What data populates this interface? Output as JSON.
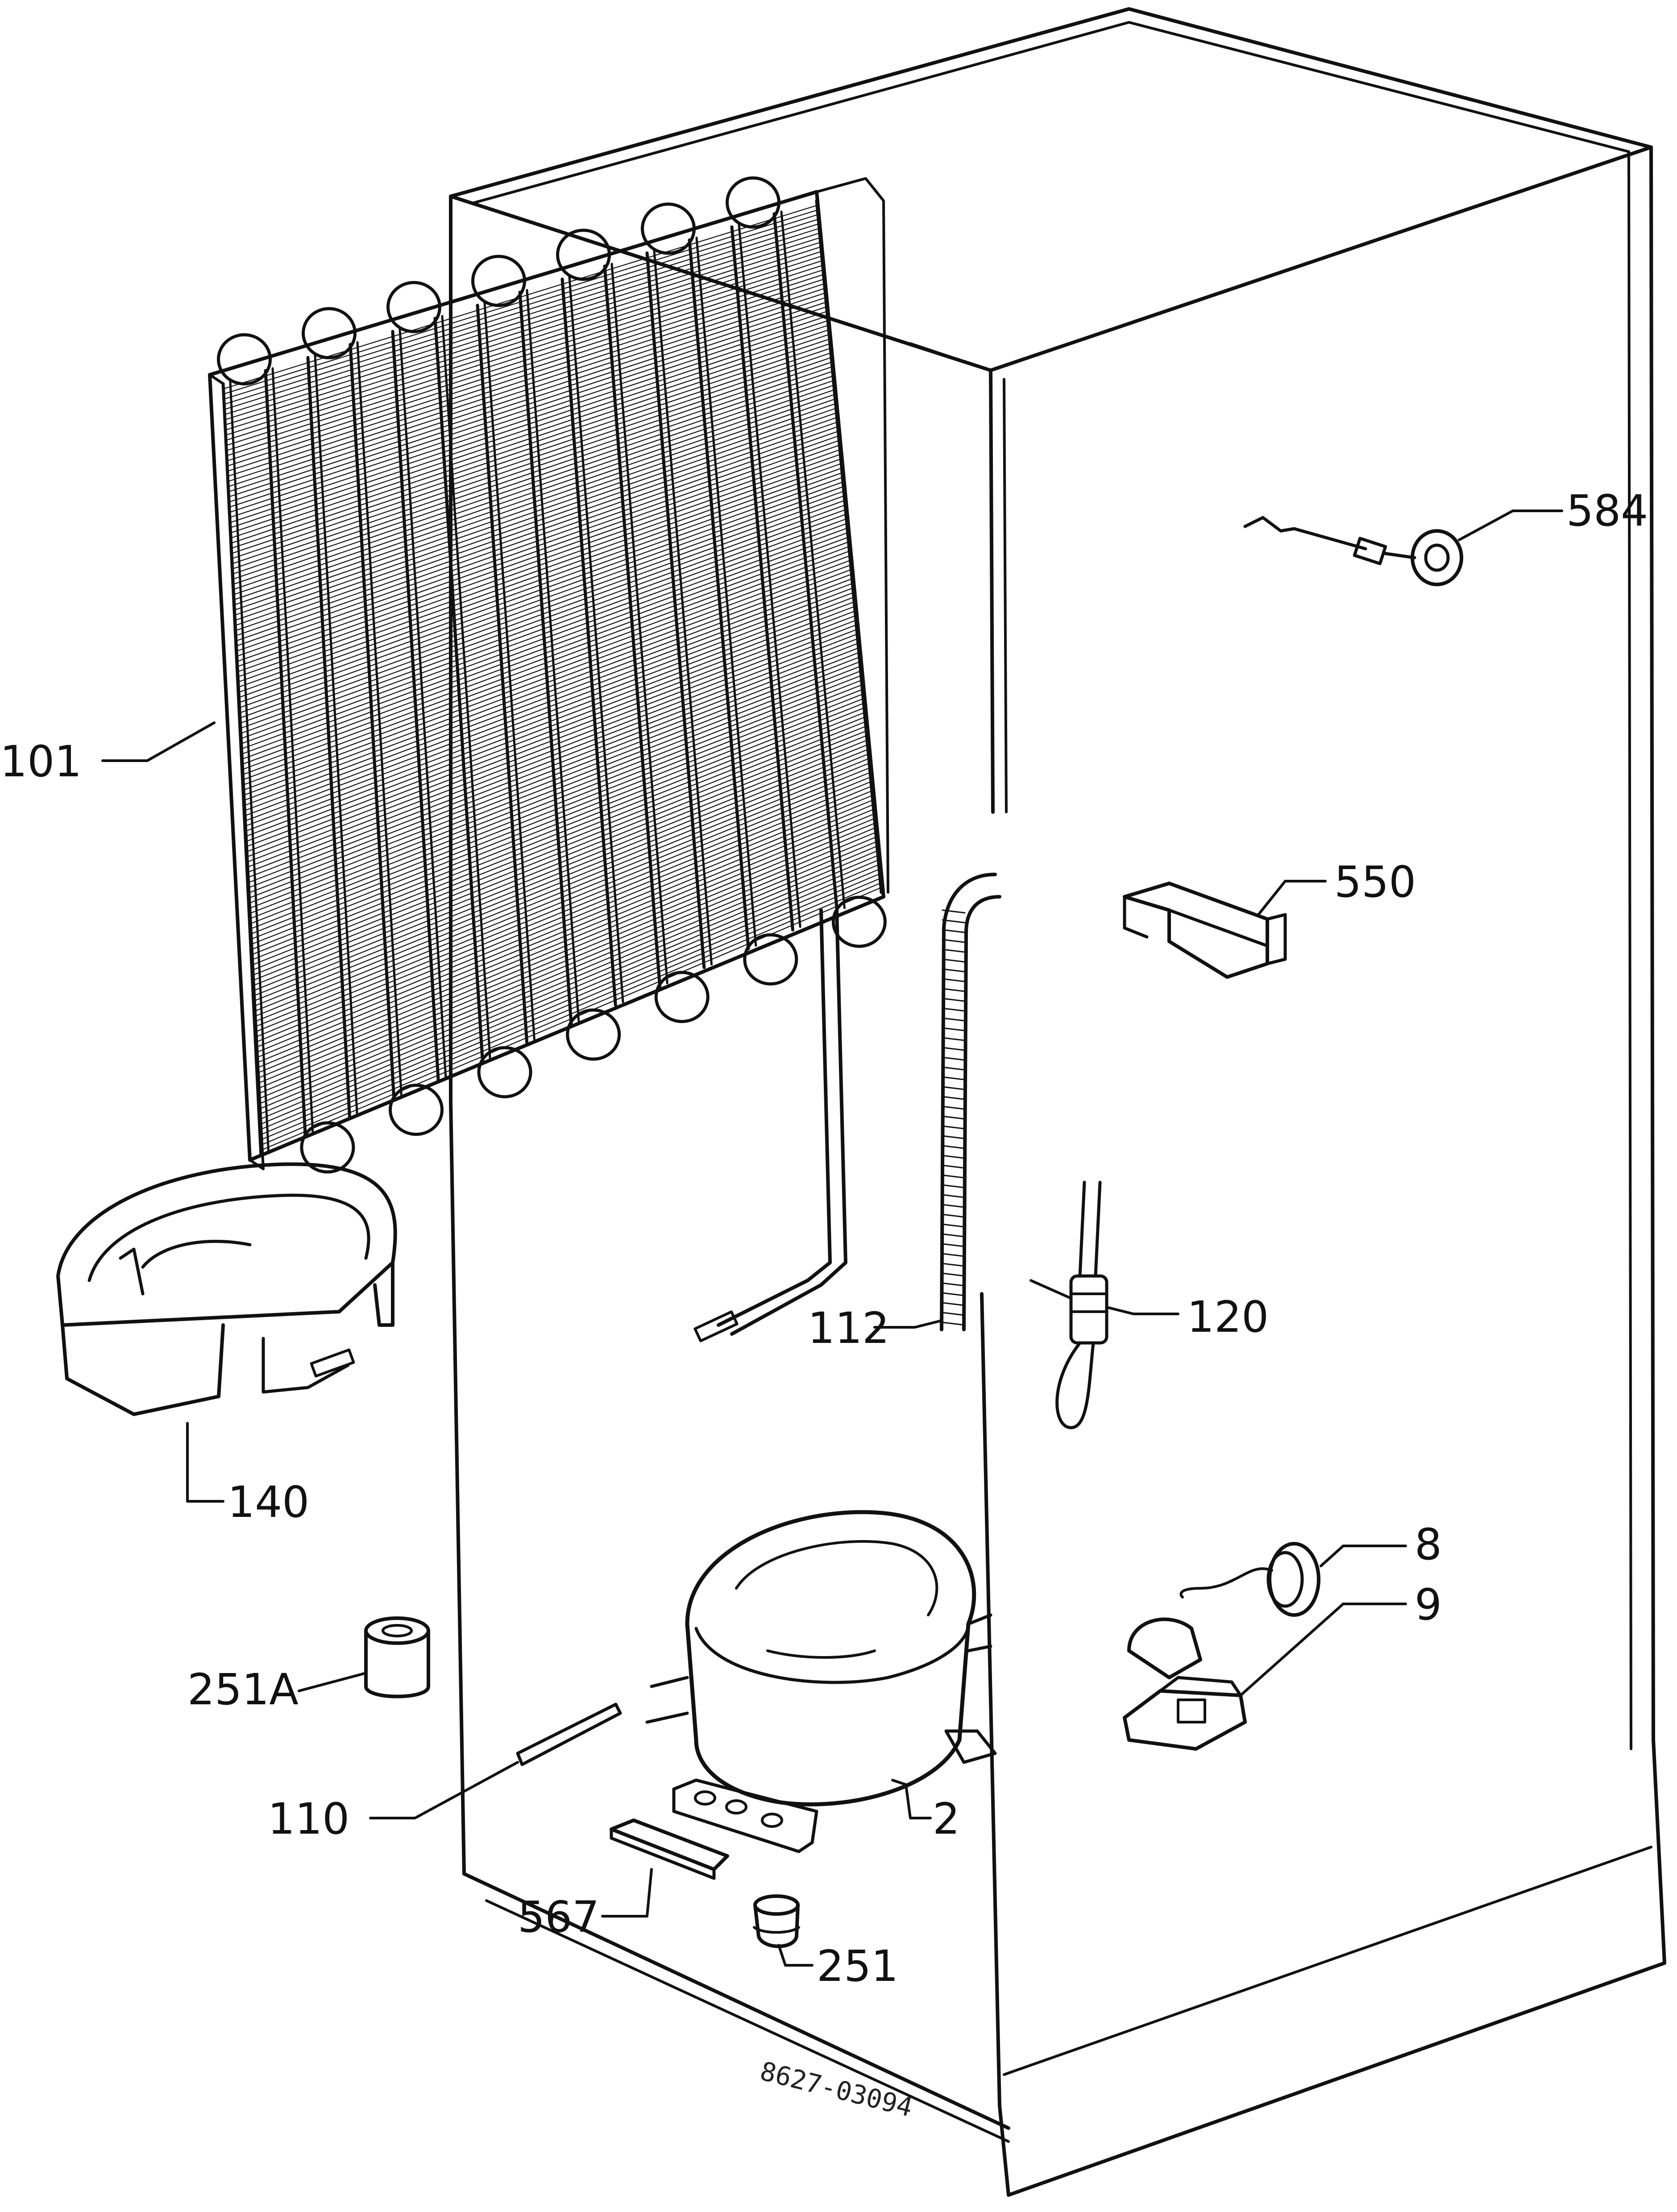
{
  "parts": [
    {
      "id": "584",
      "name": "label-584"
    },
    {
      "id": "101",
      "name": "label-101"
    },
    {
      "id": "550",
      "name": "label-550"
    },
    {
      "id": "112",
      "name": "label-112"
    },
    {
      "id": "120",
      "name": "label-120"
    },
    {
      "id": "140",
      "name": "label-140"
    },
    {
      "id": "8",
      "name": "label-8"
    },
    {
      "id": "9",
      "name": "label-9"
    },
    {
      "id": "251A",
      "name": "label-251a"
    },
    {
      "id": "110",
      "name": "label-110"
    },
    {
      "id": "2",
      "name": "label-2"
    },
    {
      "id": "567",
      "name": "label-567"
    },
    {
      "id": "251",
      "name": "label-251"
    }
  ],
  "drawing_ref": "8627-03094",
  "colors": {
    "ink": "#111111",
    "background": "#ffffff"
  }
}
